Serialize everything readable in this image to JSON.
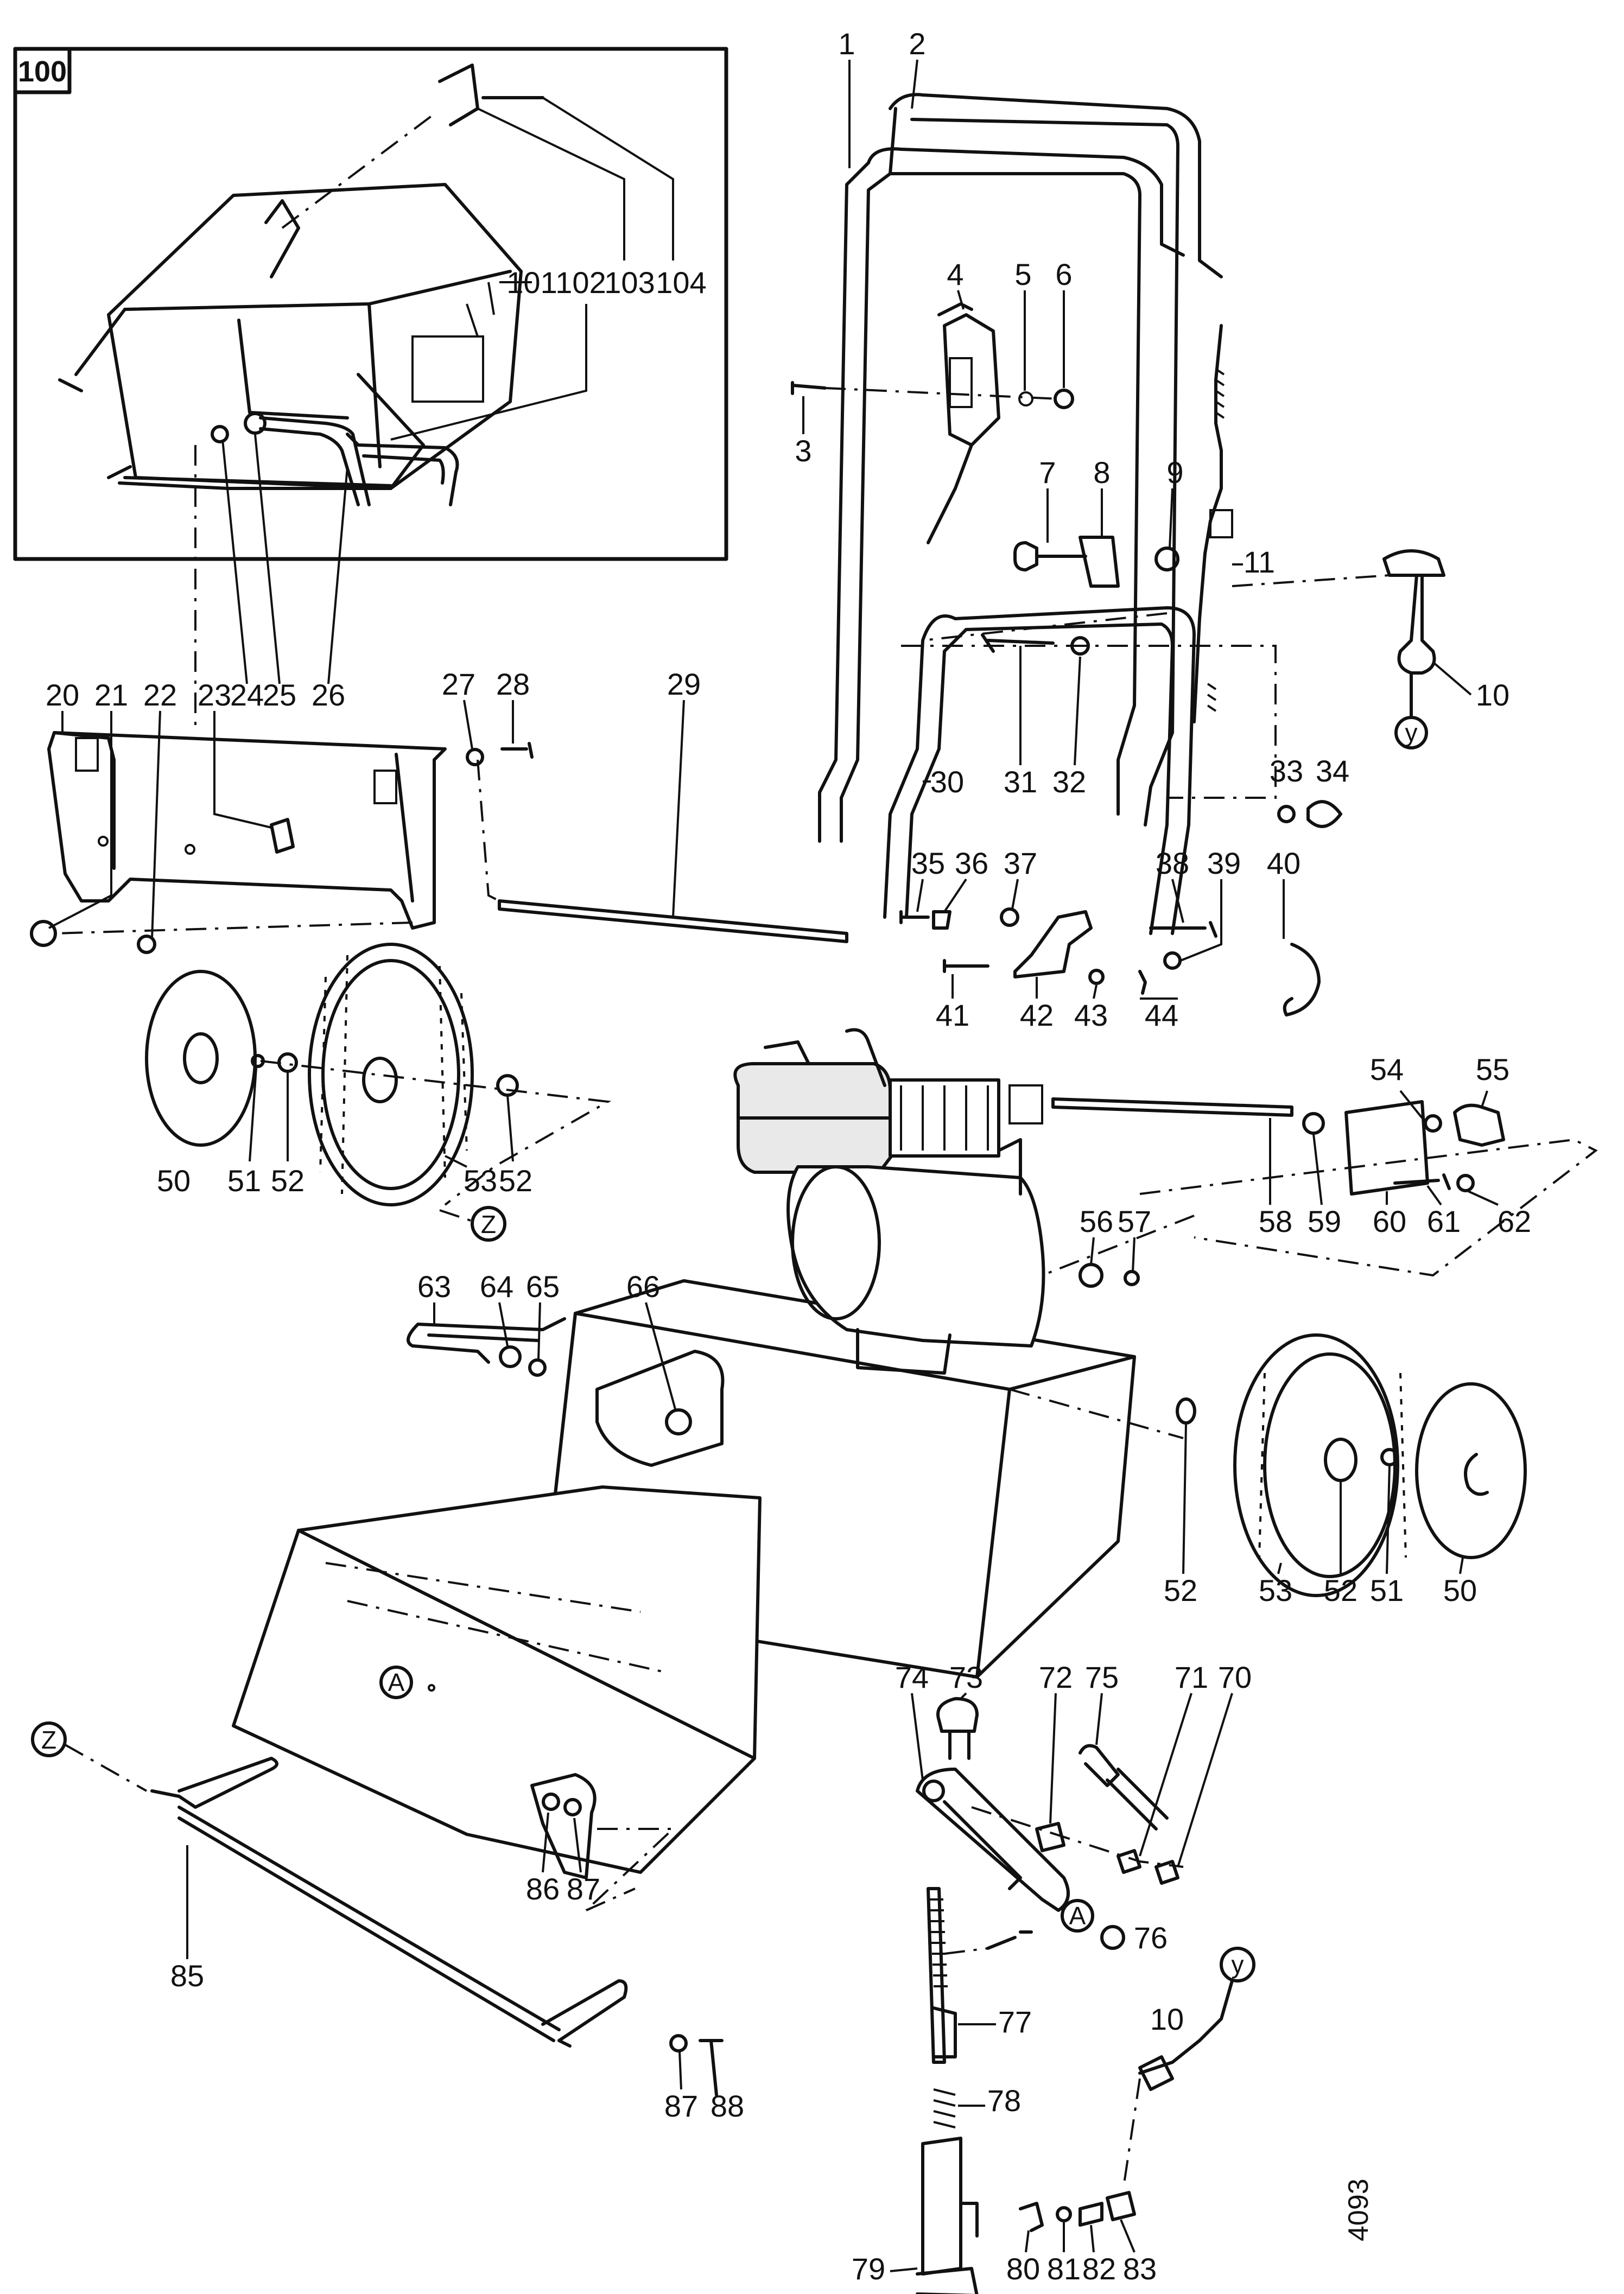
{
  "drawing_number": "4093",
  "inset": {
    "box_label": "100",
    "labels": [
      "101",
      "102",
      "103",
      "104"
    ]
  },
  "part_labels": [
    "1",
    "2",
    "3",
    "4",
    "5",
    "6",
    "7",
    "8",
    "9",
    "10",
    "11",
    "10",
    "20",
    "21",
    "22",
    "23",
    "24",
    "25",
    "26",
    "27",
    "28",
    "29",
    "30",
    "31",
    "32",
    "33",
    "34",
    "35",
    "36",
    "37",
    "38",
    "39",
    "40",
    "41",
    "42",
    "43",
    "44",
    "50",
    "51",
    "52",
    "53",
    "52",
    "54",
    "55",
    "56",
    "57",
    "58",
    "59",
    "60",
    "61",
    "62",
    "63",
    "64",
    "65",
    "66",
    "52",
    "53",
    "52",
    "51",
    "50",
    "70",
    "71",
    "72",
    "73",
    "74",
    "75",
    "76",
    "77",
    "78",
    "79",
    "80",
    "81",
    "82",
    "83",
    "85",
    "86",
    "87",
    "87",
    "88"
  ],
  "reference_markers": {
    "y_top": "y",
    "y_bottom": "y",
    "z_left": "Z",
    "z_mid": "Z",
    "a_catcher": "A",
    "a_lever": "A"
  }
}
